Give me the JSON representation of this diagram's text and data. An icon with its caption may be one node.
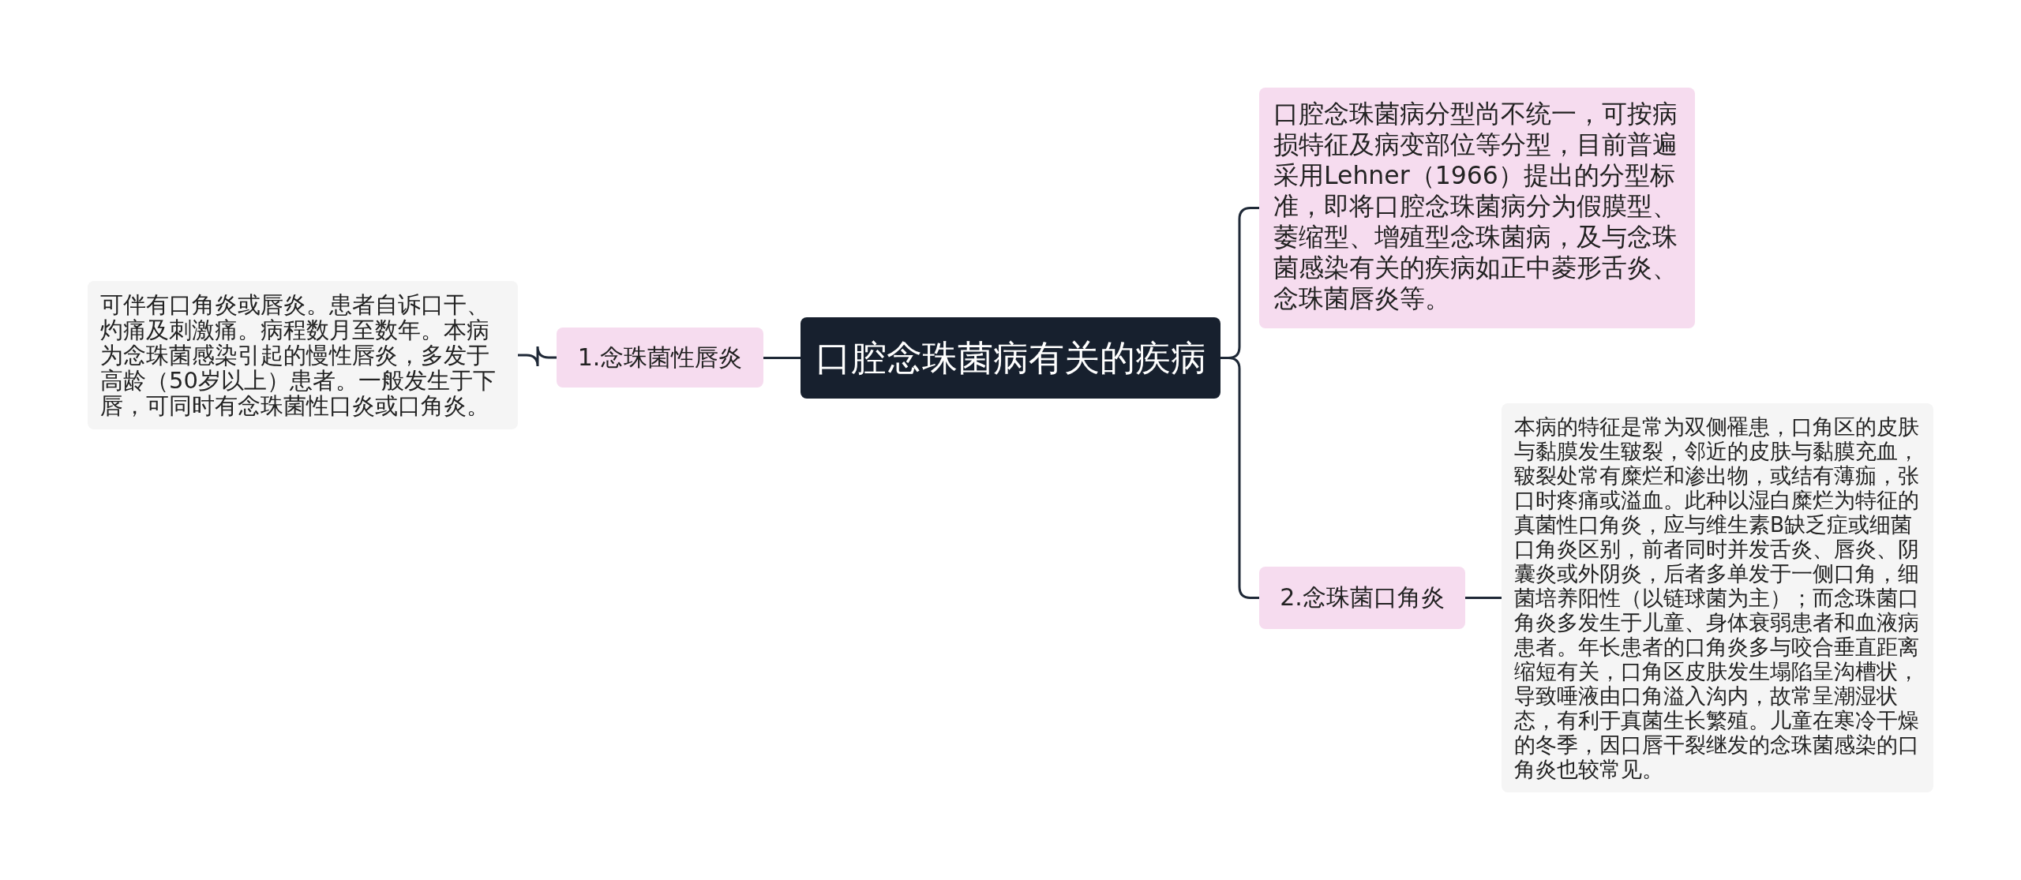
{
  "diagram": {
    "nodes": [
      {
        "text": [
          "口腔念珠菌病有关的疾病"
        ]
      },
      {
        "text": [
          "1.念珠菌性唇炎"
        ]
      },
      {
        "text": [
          "可伴有口角炎或唇炎。患者自诉口干、灼痛及刺激痛。病程数月至数年。本病为念珠菌感染引起的慢性唇炎，多发于高龄（50岁以上）患者。一般发生于下唇，可同时有念珠菌性口炎或口角炎。"
        ]
      },
      {
        "text": [
          "口腔念珠菌病分型尚不统一，可按病损特征及病变部位等分型，目前普遍采用Lehner（1966）提出的分型标准，即将口腔念珠菌病分为假膜型、萎缩型、增殖型念珠菌病，及与念珠菌感染有关的疾病如正中菱形舌炎、念珠菌唇炎等。"
        ]
      },
      {
        "text": [
          "2.念珠菌口角炎"
        ]
      },
      {
        "text": [
          "本病的特征是常为双侧罹患，口角区的皮肤与黏膜发生皲裂，邻近的皮肤与黏膜充血，皲裂处常有糜烂和渗出物，或结有薄痂，张口时疼痛或溢血。此种以湿白糜烂为特征的真菌性口角炎，应与维生素B缺乏症或细菌口角炎区别，前者同时并发舌炎、唇炎、阴囊炎或外阴炎，后者多单发于一侧口角，细菌培养阳性（以链球菌为主）；而念珠菌口角炎多发生于儿童、身体衰弱患者和血液病患者。年长患者的口角炎多与咬合垂直距离缩短有关，口角区皮肤发生塌陷呈沟槽状，导致唾液由口角溢入沟内，故常呈潮湿状态，有利于真菌生长繁殖。儿童在寒冷干燥的冬季，因口唇干裂继发的念珠菌感染的口角炎也较常见。"
        ]
      }
    ],
    "edges": [
      {
        "from": 0,
        "to": 1,
        "arrow": "none"
      },
      {
        "from": 1,
        "to": 2,
        "arrow": "none"
      },
      {
        "from": 0,
        "to": 3,
        "arrow": "none"
      },
      {
        "from": 0,
        "to": 4,
        "arrow": "none"
      },
      {
        "from": 4,
        "to": 5,
        "arrow": "none"
      }
    ]
  }
}
